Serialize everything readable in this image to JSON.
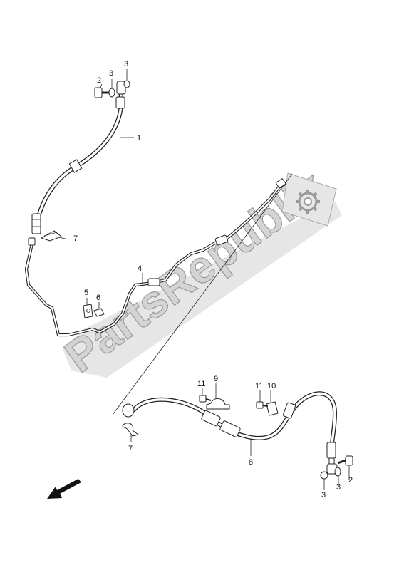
{
  "watermark": {
    "text": "PartsRepublik",
    "icon": "gear-icon"
  },
  "callouts": {
    "c1": "1",
    "c2_top": "2",
    "c3_top_a": "3",
    "c3_top_b": "3",
    "c4": "4",
    "c5": "5",
    "c6": "6",
    "c7_upper": "7",
    "c7_lower": "7",
    "c8": "8",
    "c9": "9",
    "c10": "10",
    "c11_a": "11",
    "c11_b": "11",
    "c2_bottom": "2",
    "c3_bottom_a": "3",
    "c3_bottom_b": "3"
  },
  "front_arrow": {
    "icon": "direction-arrow-icon"
  }
}
